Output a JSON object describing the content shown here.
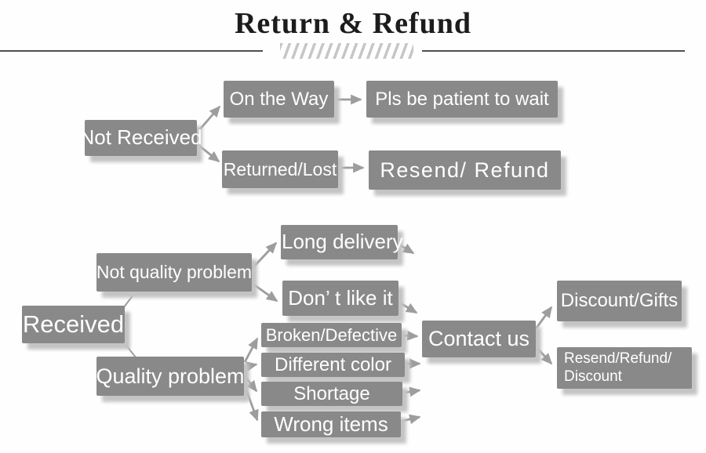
{
  "title": "Return & Refund",
  "colors": {
    "node_fill": "#898989",
    "node_text": "#ffffff",
    "node_shadow": "#c4c4c4",
    "arrow": "#9d9d9d",
    "title_text": "#1c1c1c",
    "rule": "#4f4f4f",
    "hatch": "#c6c6c6",
    "background": "#fefefe"
  },
  "nodes": {
    "not_received": "Not Received",
    "on_the_way": "On the Way",
    "pls_wait": "Pls be patient to wait",
    "returned_lost": "Returned/Lost",
    "resend_refund": "Resend/ Refund",
    "received": "Received",
    "not_quality_problem": "Not quality problem",
    "quality_problem": "Quality problem",
    "long_delivery": "Long delivery",
    "dont_like_it": "Don’ t like it",
    "broken_defective": "Broken/Defective",
    "different_color": "Different color",
    "shortage": "Shortage",
    "wrong_items": "Wrong items",
    "contact_us": "Contact us",
    "discount_gifts": "Discount/Gifts",
    "resend_refund_discount_line1": "Resend/Refund/",
    "resend_refund_discount_line2": "Discount"
  }
}
